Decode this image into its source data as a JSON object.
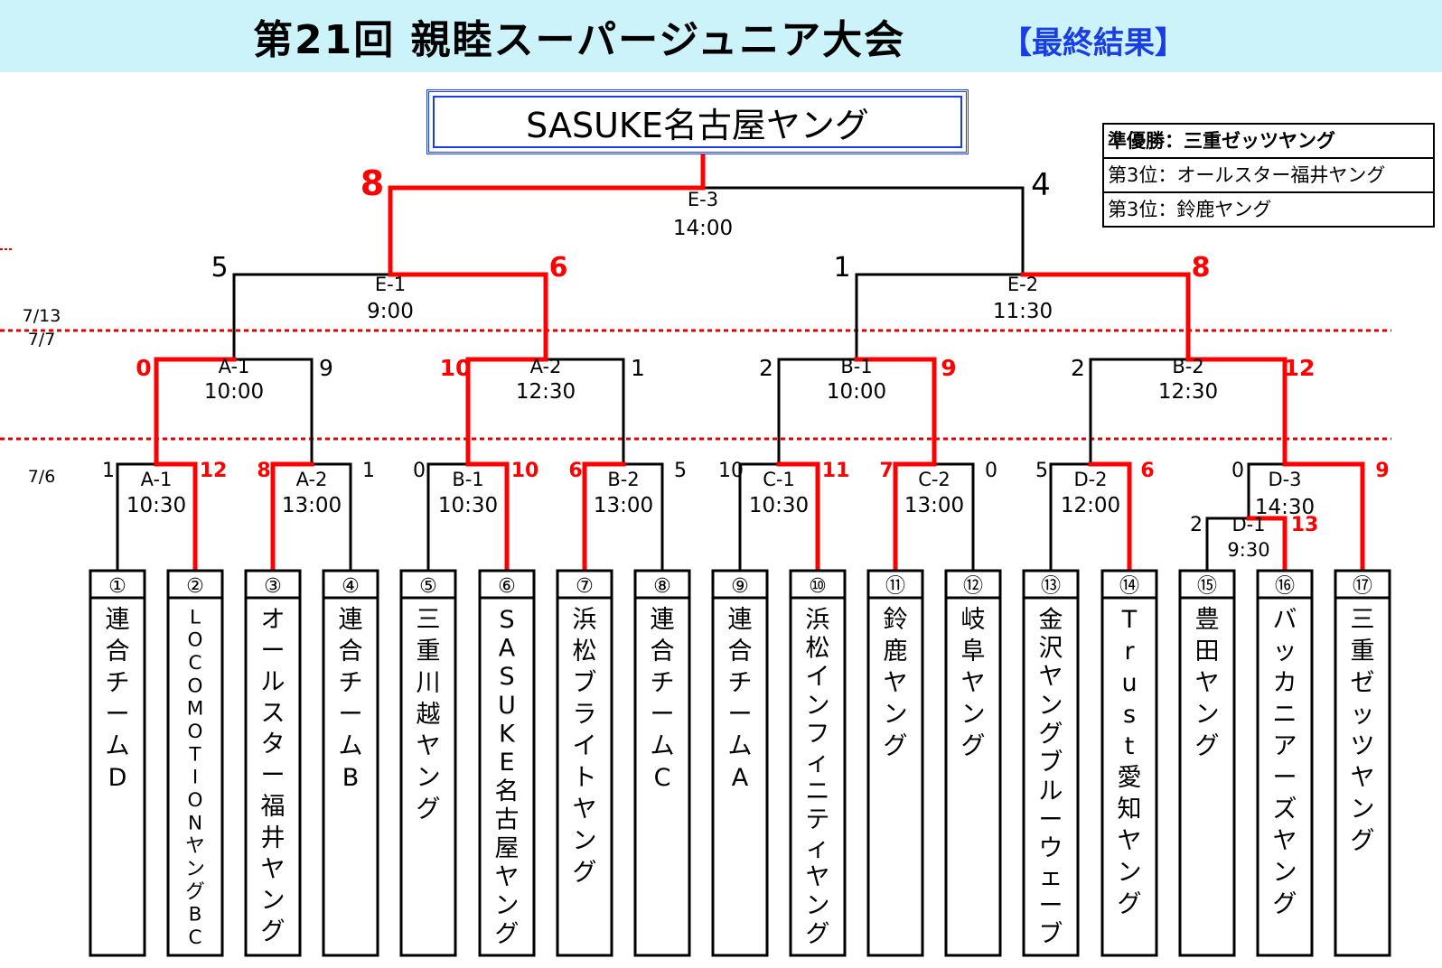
{
  "title": "第21回 親睦スーパージュニア大会",
  "result_label": "【最終結果】",
  "champion": "SASUKE名古屋ヤング",
  "summary": [
    {
      "text": "準優勝：三重ゼッツヤング"
    },
    {
      "text": "第3位：オールスター福井ヤング"
    },
    {
      "text": "第3位：鈴鹿ヤング"
    }
  ],
  "dates": [
    "7/13",
    "7/7",
    "7/6"
  ],
  "colors": {
    "win": "#ff0000",
    "line": "#000000",
    "header_bg": "#cdf3fa",
    "accent": "#1a3ee6",
    "divider": "#e00000"
  },
  "teams": [
    {
      "num": "①",
      "name": "連合チームD"
    },
    {
      "num": "②",
      "name": "LOCOMOTIONヤングBC"
    },
    {
      "num": "③",
      "name": "オールスター福井ヤング"
    },
    {
      "num": "④",
      "name": "連合チームB"
    },
    {
      "num": "⑤",
      "name": "三重川越ヤング"
    },
    {
      "num": "⑥",
      "name": "SASUKE名古屋ヤング"
    },
    {
      "num": "⑦",
      "name": "浜松ブライトヤング"
    },
    {
      "num": "⑧",
      "name": "連合チームC"
    },
    {
      "num": "⑨",
      "name": "連合チームA"
    },
    {
      "num": "⑩",
      "name": "浜松インフィニティヤング"
    },
    {
      "num": "⑪",
      "name": "鈴鹿ヤング"
    },
    {
      "num": "⑫",
      "name": "岐阜ヤング"
    },
    {
      "num": "⑬",
      "name": "金沢ヤングブルーウェーブ"
    },
    {
      "num": "⑭",
      "name": "Trust愛知ヤング"
    },
    {
      "num": "⑮",
      "name": "豊田ヤング"
    },
    {
      "num": "⑯",
      "name": "バッカニアーズヤング"
    },
    {
      "num": "⑰",
      "name": "三重ゼッツヤング"
    }
  ],
  "matches": [
    {
      "id": "A-1",
      "time": "10:30",
      "score_left": "1",
      "score_right": "12"
    },
    {
      "id": "A-2",
      "time": "13:00",
      "score_left": "8",
      "score_right": "1"
    },
    {
      "id": "B-1",
      "time": "10:30",
      "score_left": "0",
      "score_right": "10"
    },
    {
      "id": "B-2",
      "time": "13:00",
      "score_left": "6",
      "score_right": "5"
    },
    {
      "id": "C-1",
      "time": "10:30",
      "score_left": "10",
      "score_right": "11"
    },
    {
      "id": "C-2",
      "time": "13:00",
      "score_left": "7",
      "score_right": "0"
    },
    {
      "id": "D-2",
      "time": "12:00",
      "score_left": "5",
      "score_right": "6"
    },
    {
      "id": "D-1",
      "time": "9:30",
      "score_left": "2",
      "score_right": "13"
    },
    {
      "id": "D-3",
      "time": "14:30",
      "score_left": "0",
      "score_right": "9"
    },
    {
      "id": "A-1",
      "time": "10:00",
      "score_left": "0",
      "score_right": "9"
    },
    {
      "id": "A-2",
      "time": "12:30",
      "score_left": "10",
      "score_right": "1"
    },
    {
      "id": "B-1",
      "time": "10:00",
      "score_left": "2",
      "score_right": "9"
    },
    {
      "id": "B-2",
      "time": "12:30",
      "score_left": "2",
      "score_right": "12"
    },
    {
      "id": "E-1",
      "time": "9:00",
      "score_left": "5",
      "score_right": "6"
    },
    {
      "id": "E-2",
      "time": "11:30",
      "score_left": "1",
      "score_right": "8"
    },
    {
      "id": "E-3",
      "time": "14:00",
      "score_left": "8",
      "score_right": "4"
    }
  ]
}
